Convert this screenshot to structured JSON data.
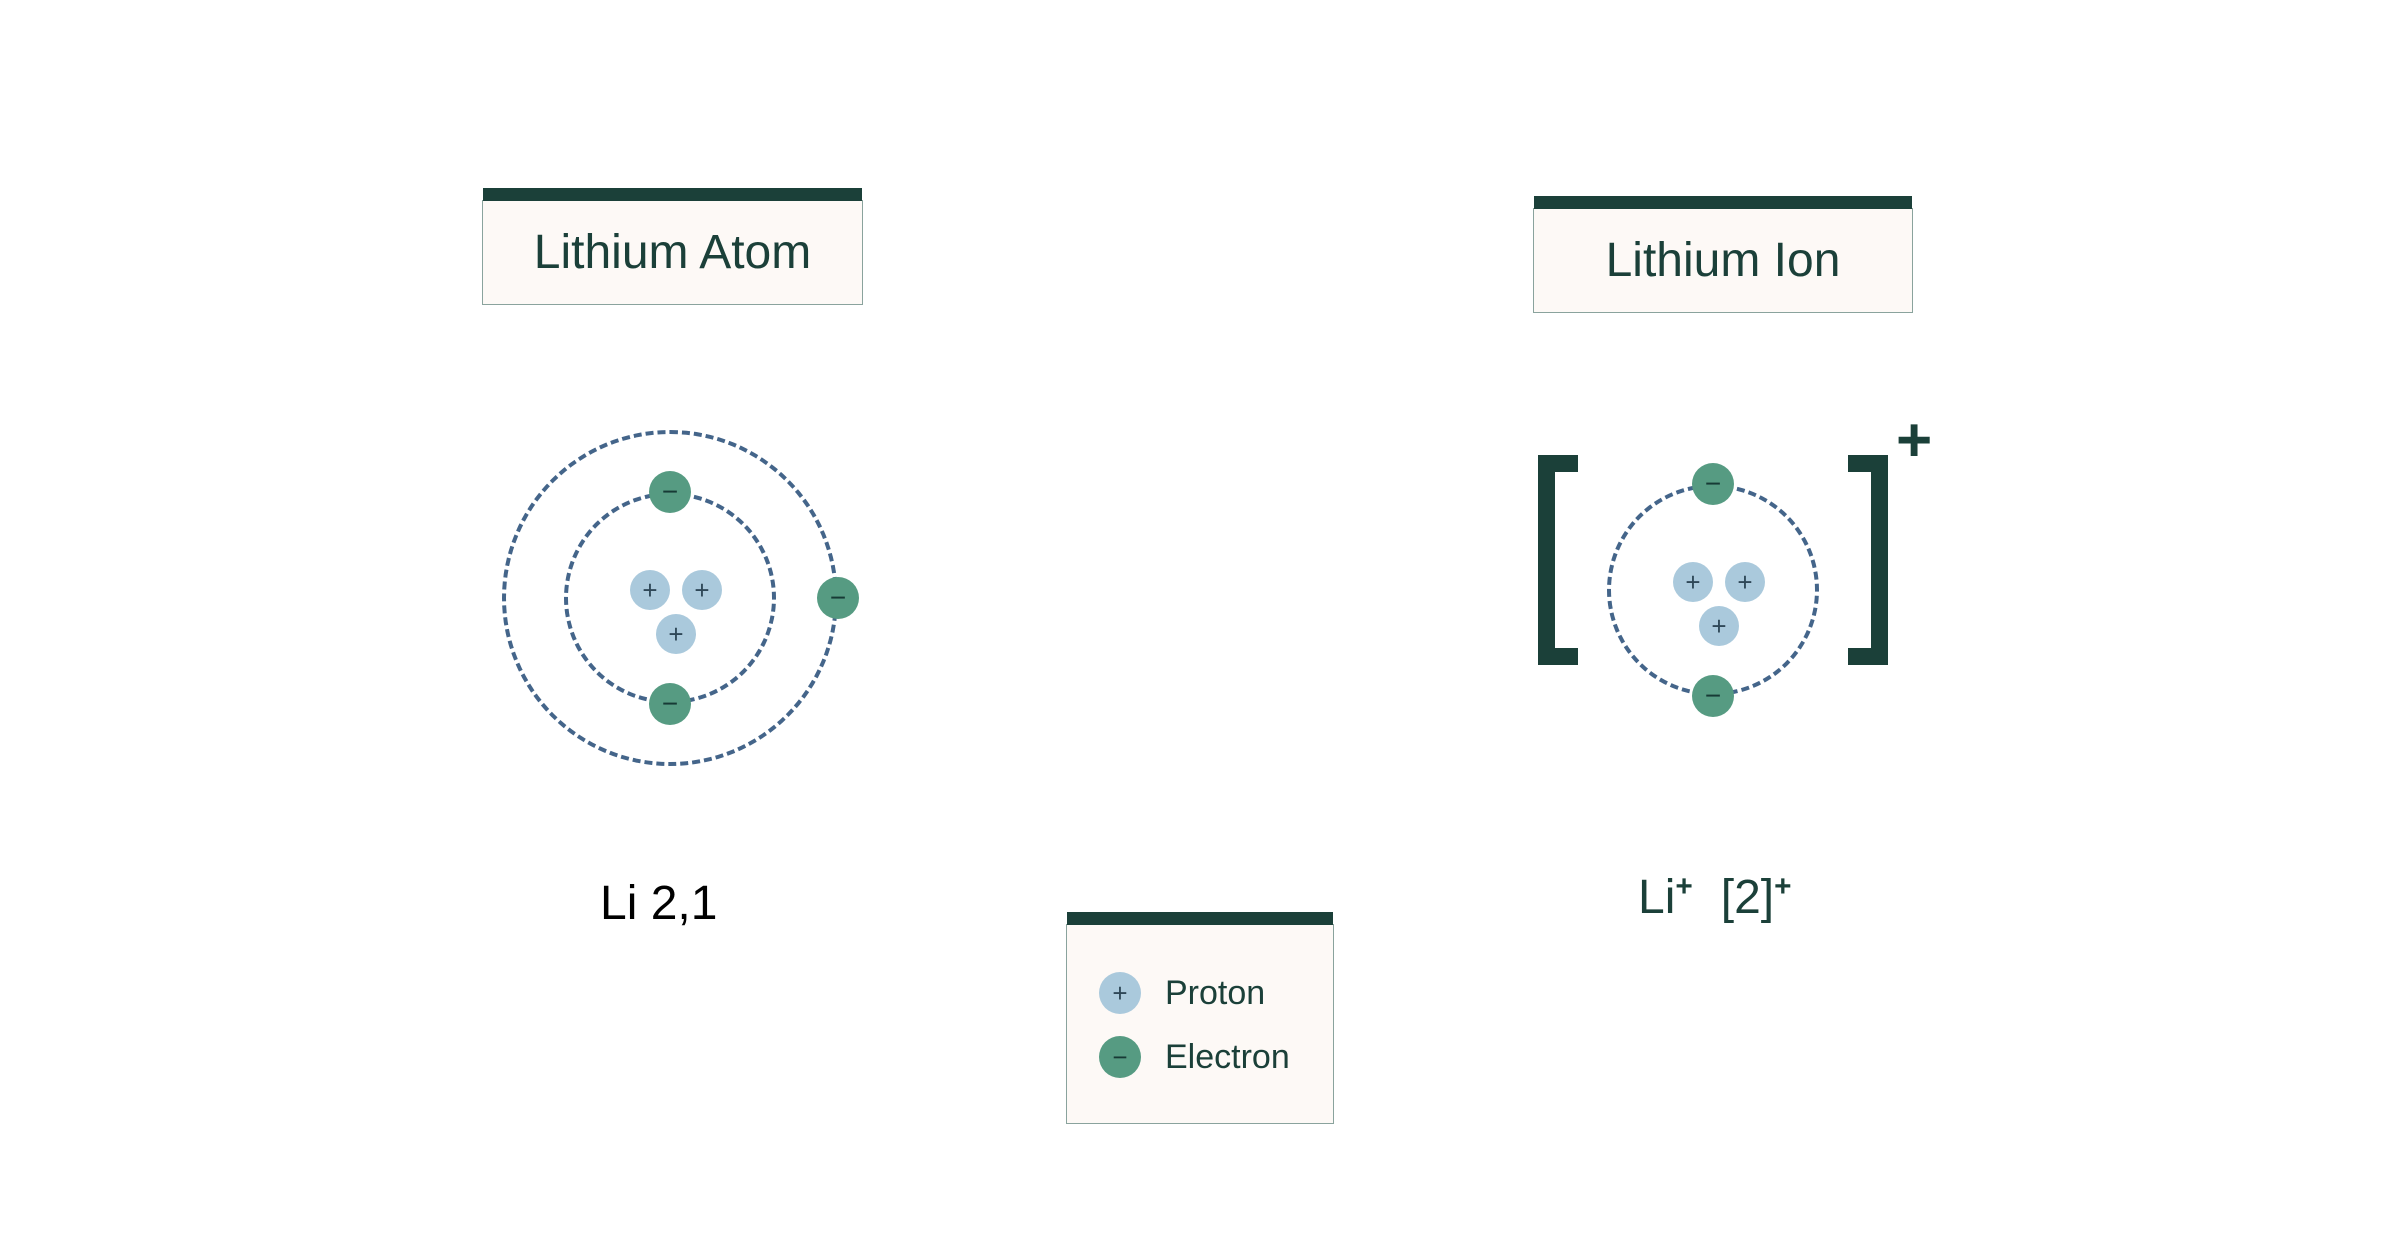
{
  "colors": {
    "dark_teal": "#1b4039",
    "cream": "#fdf9f6",
    "proton_blue": "#aac9dc",
    "electron_green": "#569b82",
    "orbit_navy": "#44658a",
    "background": "#ffffff"
  },
  "atom_panel": {
    "title": "Lithium Atom",
    "caption_element": "Li",
    "caption_config": "2,1",
    "caption_full": "Li  2,1",
    "shells": [
      {
        "name": "inner-shell",
        "electron_count": 2,
        "radius": 106
      },
      {
        "name": "outer-shell",
        "electron_count": 1,
        "radius": 168
      }
    ],
    "nucleus": {
      "proton_count": 3,
      "proton_sign": "+"
    },
    "electron_sign": "−"
  },
  "ion_panel": {
    "title": "Lithium Ion",
    "caption_element": "Li",
    "caption_element_charge": "+",
    "caption_bracket": "[2]",
    "caption_bracket_charge": "+",
    "bracket_charge": "+",
    "shells": [
      {
        "name": "inner-shell",
        "electron_count": 2,
        "radius": 106
      }
    ],
    "nucleus": {
      "proton_count": 3,
      "proton_sign": "+"
    },
    "electron_sign": "−"
  },
  "legend": {
    "items": [
      {
        "label": "Proton",
        "sign": "+",
        "type": "proton"
      },
      {
        "label": "Electron",
        "sign": "−",
        "type": "electron"
      }
    ]
  }
}
